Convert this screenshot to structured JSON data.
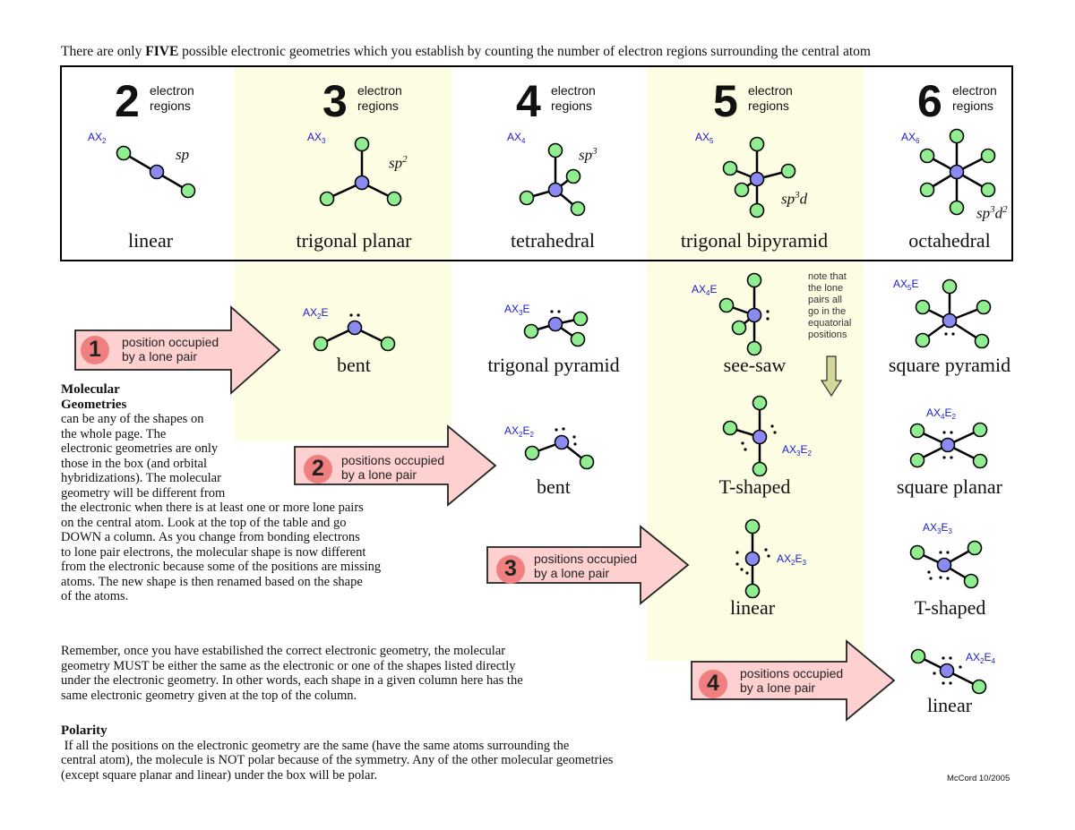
{
  "header": {
    "part1": "There are only ",
    "emphasis": "FIVE",
    "part2": " possible electronic geometries which you establish by counting the number of electron regions surrounding the central atom"
  },
  "electronic_geometries": [
    {
      "count": "2",
      "label1": "electron",
      "label2": "regions",
      "formula_base": "AX",
      "formula_sub": "2",
      "hyb_base": "sp",
      "hyb_sup1": "",
      "hyb_mid": "",
      "hyb_sup2": "",
      "name": "linear"
    },
    {
      "count": "3",
      "label1": "electron",
      "label2": "regions",
      "formula_base": "AX",
      "formula_sub": "3",
      "hyb_base": "sp",
      "hyb_sup1": "2",
      "hyb_mid": "",
      "hyb_sup2": "",
      "name": "trigonal planar"
    },
    {
      "count": "4",
      "label1": "electron",
      "label2": "regions",
      "formula_base": "AX",
      "formula_sub": "4",
      "hyb_base": "sp",
      "hyb_sup1": "3",
      "hyb_mid": "",
      "hyb_sup2": "",
      "name": "tetrahedral"
    },
    {
      "count": "5",
      "label1": "electron",
      "label2": "regions",
      "formula_base": "AX",
      "formula_sub": "5",
      "hyb_base": "sp",
      "hyb_sup1": "3",
      "hyb_mid": "d",
      "hyb_sup2": "",
      "name": "trigonal bipyramid"
    },
    {
      "count": "6",
      "label1": "electron",
      "label2": "regions",
      "formula_base": "AX",
      "formula_sub": "6",
      "hyb_base": "sp",
      "hyb_sup1": "3",
      "hyb_mid": "d",
      "hyb_sup2": "2",
      "name": "octahedral"
    }
  ],
  "molecular_shapes": {
    "bent_3": {
      "f1": "AX",
      "s1": "2",
      "f2": "E",
      "s2": "",
      "name": "bent"
    },
    "trigonal_pyramid": {
      "f1": "AX",
      "s1": "3",
      "f2": "E",
      "s2": "",
      "name": "trigonal pyramid"
    },
    "see_saw": {
      "f1": "AX",
      "s1": "4",
      "f2": "E",
      "s2": "",
      "name": "see-saw"
    },
    "square_pyramid": {
      "f1": "AX",
      "s1": "5",
      "f2": "E",
      "s2": "",
      "name": "square pyramid"
    },
    "bent_4": {
      "f1": "AX",
      "s1": "2",
      "f2": "E",
      "s2": "2",
      "name": "bent"
    },
    "t_shaped_5": {
      "f1": "AX",
      "s1": "3",
      "f2": "E",
      "s2": "2",
      "name": "T-shaped"
    },
    "square_planar": {
      "f1": "AX",
      "s1": "4",
      "f2": "E",
      "s2": "2",
      "name": "square planar"
    },
    "linear_5": {
      "f1": "AX",
      "s1": "2",
      "f2": "E",
      "s2": "3",
      "name": "linear"
    },
    "t_shaped_6": {
      "f1": "AX",
      "s1": "3",
      "f2": "E",
      "s2": "3",
      "name": "T-shaped"
    },
    "linear_6": {
      "f1": "AX",
      "s1": "2",
      "f2": "E",
      "s2": "4",
      "name": "linear"
    }
  },
  "note": [
    "note that",
    "the lone",
    "pairs all",
    "go in the",
    "equatorial",
    "positions"
  ],
  "arrows": [
    {
      "number": "1",
      "line1": "position occupied",
      "line2": "by a lone pair"
    },
    {
      "number": "2",
      "line1": "positions occupied",
      "line2": "by a lone pair"
    },
    {
      "number": "3",
      "line1": "positions occupied",
      "line2": "by a lone pair"
    },
    {
      "number": "4",
      "line1": "positions occupied",
      "line2": "by a lone pair"
    }
  ],
  "molecular_text": {
    "title1": "Molecular",
    "title2": "Geometries",
    "lines": [
      "can be any of the shapes on",
      "the whole page. The",
      "electronic geometries are only",
      "those in the box (and orbital",
      "hybridizations). The molecular",
      "geometry will be different from",
      "the electronic when there is at least one or more lone pairs",
      "on the central atom. Look at the top of the table and go",
      "DOWN a column. As you change from bonding electrons",
      "to lone pair electrons, the molecular shape is now different",
      "from the electronic because some of the positions are missing",
      "atoms. The new shape is then renamed based on the shape",
      "of the atoms."
    ]
  },
  "remember_text": [
    "Remember, once you have estabilished the correct electronic geometry, the molecular",
    "geometry MUST be either the same as the electronic or one of the shapes listed directly",
    "under the electronic geometry. In other words, each shape in a given column here has the",
    "same electronic geometry given at the top of the column."
  ],
  "polarity": {
    "title": "Polarity",
    "lines": [
      " If all the positions on the electronic geometry are the same (have the same atoms surrounding the",
      "central atom), the molecule is NOT polar because of the symmetry. Any of the other molecular geometries",
      "(except square planar and linear) under the box will be polar."
    ]
  },
  "credit": "McCord 10/2005",
  "colors": {
    "band": "#fdfde4",
    "central_atom": "#8a8af0",
    "outer_atom": "#90ee90",
    "arrow_fill": "#ffd0d0",
    "circle_fill": "#f08080",
    "formula": "#1a1ad0"
  }
}
